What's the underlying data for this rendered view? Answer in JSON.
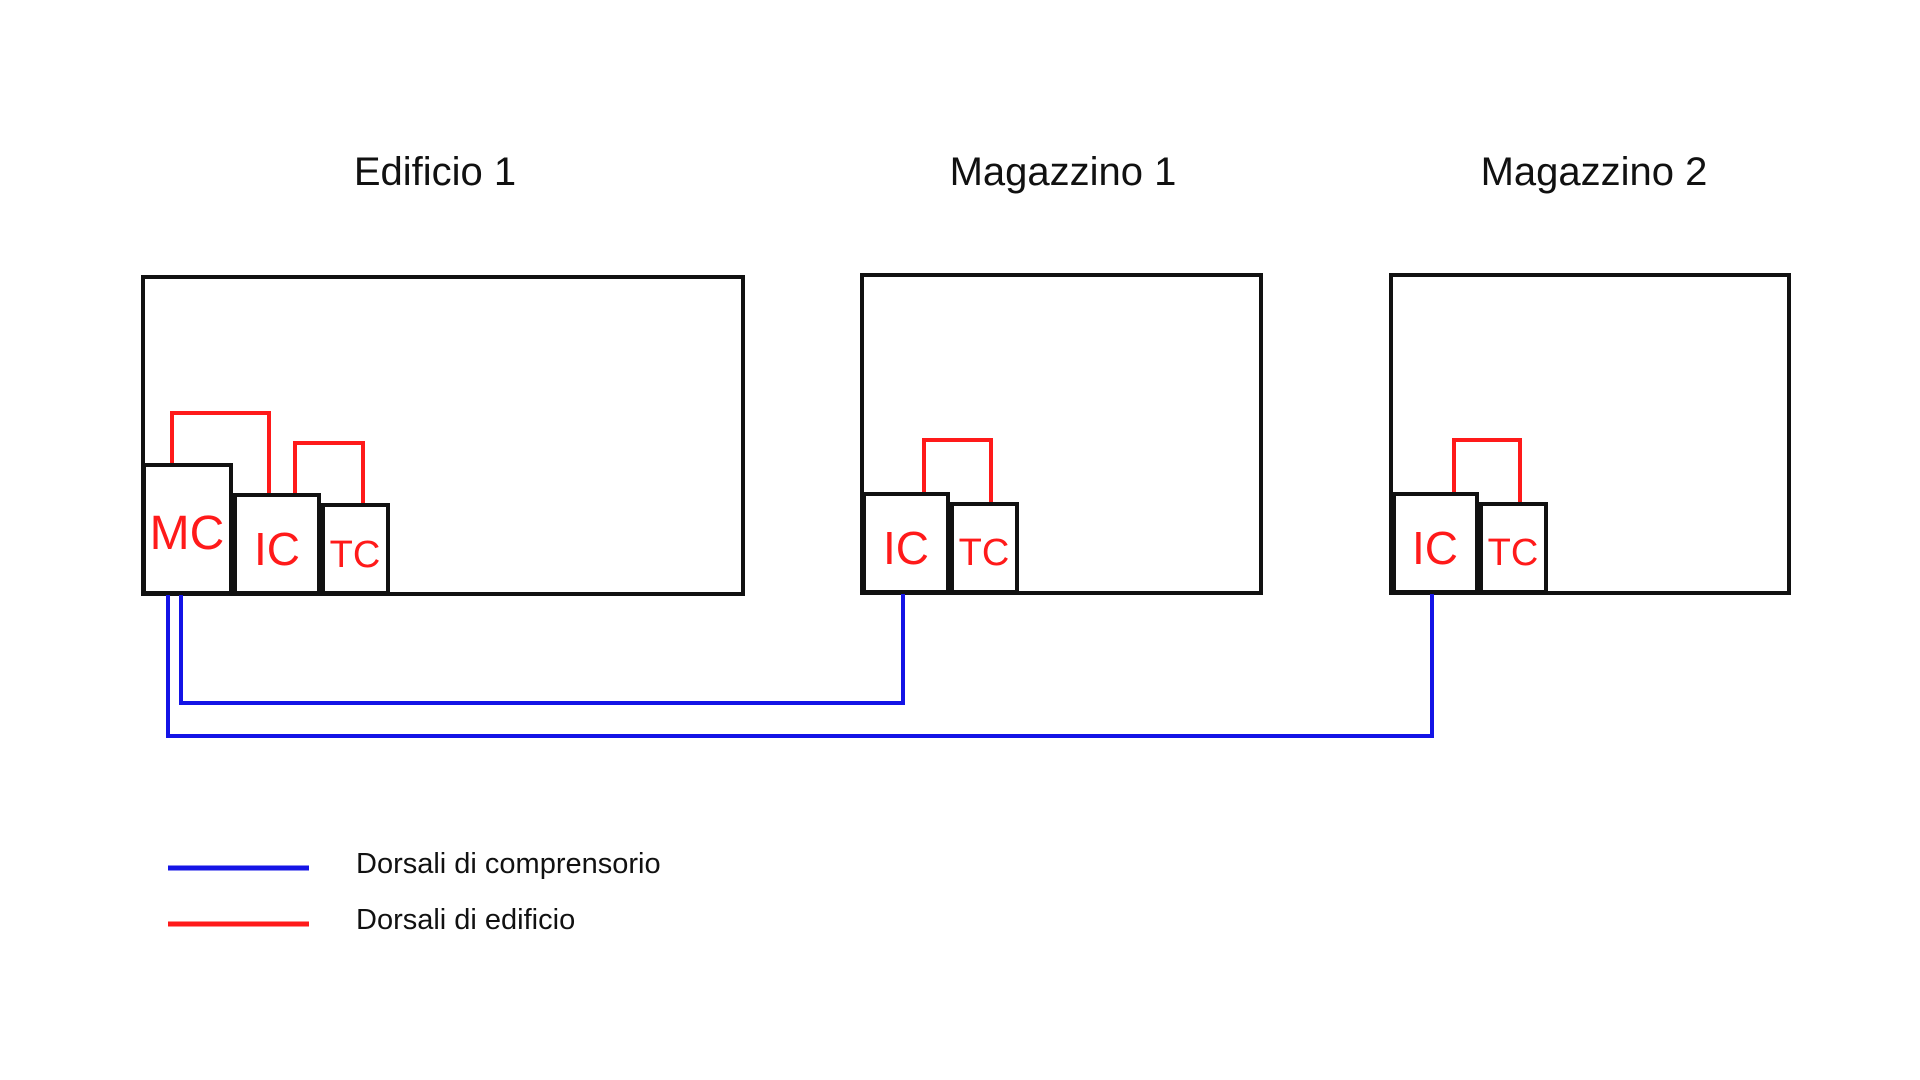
{
  "colors": {
    "campus_backbone": "#1414e6",
    "building_backbone": "#ff1a1a",
    "outline": "#111111",
    "label": "#ff1a1a"
  },
  "buildings": [
    {
      "title": "Edificio 1",
      "closets": [
        {
          "label": "MC"
        },
        {
          "label": "IC"
        },
        {
          "label": "TC"
        }
      ]
    },
    {
      "title": "Magazzino 1",
      "closets": [
        {
          "label": "IC"
        },
        {
          "label": "TC"
        }
      ]
    },
    {
      "title": "Magazzino 2",
      "closets": [
        {
          "label": "IC"
        },
        {
          "label": "TC"
        }
      ]
    }
  ],
  "legend": {
    "campus_label": "Dorsali di comprensorio",
    "building_label": "Dorsali di edificio"
  }
}
